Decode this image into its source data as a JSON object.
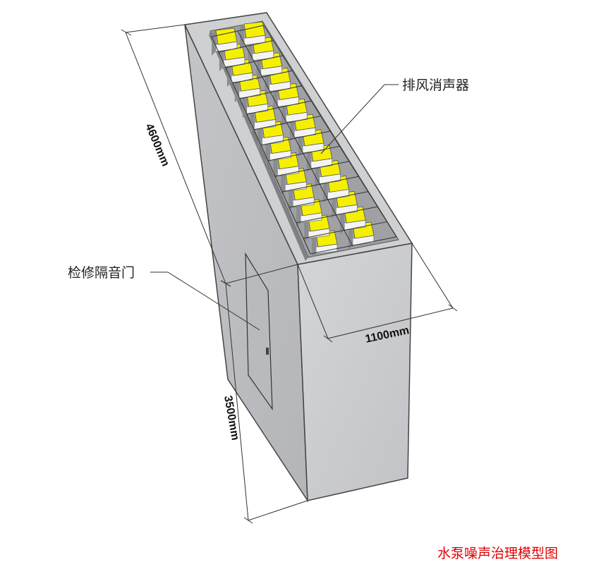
{
  "labels": {
    "exhaust_silencer": "排风消声器",
    "access_door": "检修隔音门"
  },
  "dimensions": {
    "length": "4600mm",
    "width": "1100mm",
    "height": "3500mm"
  },
  "caption": "水泵噪声治理模型图",
  "colors": {
    "silencer_yellow": "#f5f000",
    "caption_red": "#e00000",
    "wall_grey": "#c8c9cb"
  }
}
